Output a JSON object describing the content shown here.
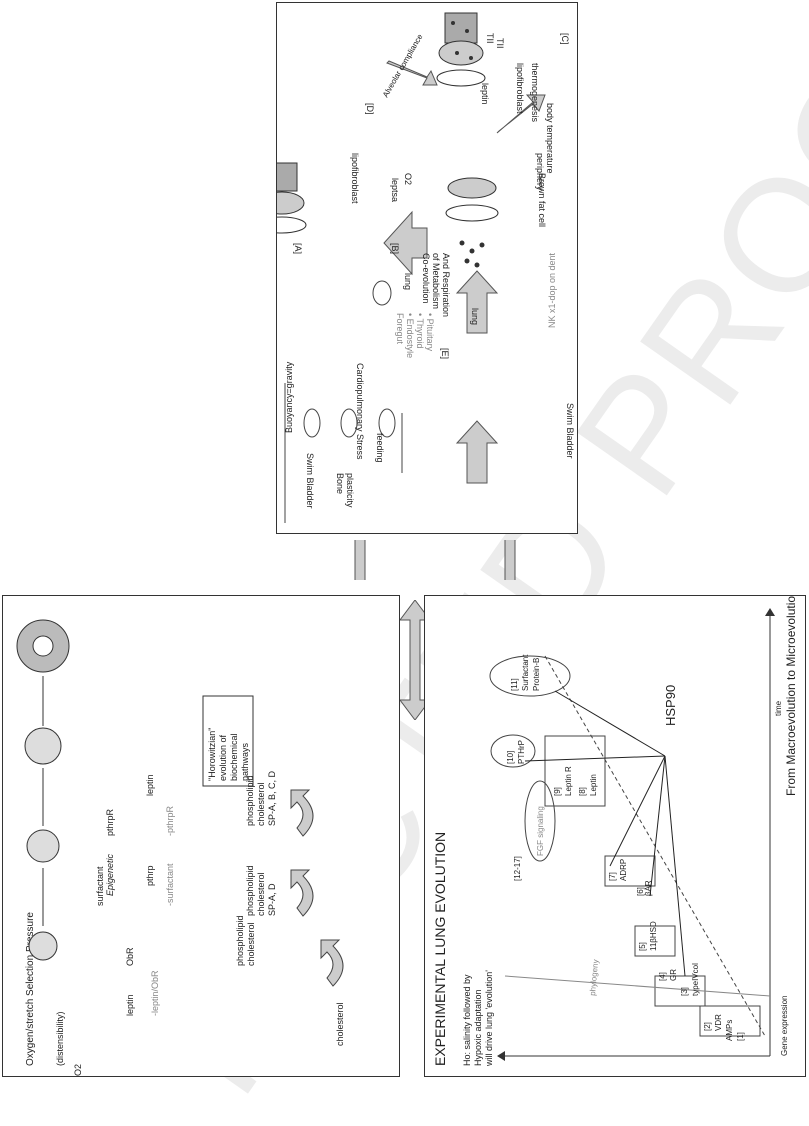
{
  "watermark": "RECTED PROO",
  "panel_top": {
    "labels": {
      "A": "[A]",
      "B": "[B]",
      "C": "[C]",
      "D": "[D]",
      "E": "[E]"
    },
    "o2": "O2",
    "lung": "lung",
    "lipofibroblast": "lipofibroblast",
    "tii": "TII",
    "leptin": "leptin",
    "leptin_a": "leptsa",
    "alveolar": "Alveolar compliance",
    "body_temp": "body temperature",
    "brown_fat": "Brown fat cell",
    "thermogenesis": "thermogenesis",
    "periphery": "periphery",
    "coevolution": [
      "Co-evolution",
      "of Metabolism",
      "And Respiration"
    ],
    "cardio": "Cardiopulmonary Stress",
    "feeding": "feeding",
    "swim_bladder": "Swim Bladder",
    "bone_plasticity": [
      "Bone",
      "plasticity"
    ],
    "buoyancy": "Buoyancy=gravity",
    "foregut": [
      "Foregut",
      "• Endostyle",
      "• Thyroid",
      "• Pituitary"
    ],
    "nkx": "NK x1-dop on dent"
  },
  "panel_left": {
    "title": "Oxygen/stretch Selection Pressure",
    "distensibility": "(distensibility)",
    "epigenetic": "Epigenetic",
    "horowitzian": [
      "\"Horowitzian\"",
      "evolution of",
      "biochemical",
      "pathways"
    ],
    "cholesterol": "cholesterol",
    "pc1": [
      "phospholipid",
      "cholesterol"
    ],
    "pc2": [
      "phospholipid",
      "cholesterol",
      "SP-A, D"
    ],
    "pc3": [
      "phospholipid",
      "cholesterol",
      "SP-A, B, C, D"
    ],
    "leptin": "leptin",
    "obr": "ObR",
    "neg_leptin": "-leptin/ObR",
    "surfactant": "surfactant",
    "neg_surfactant": "-surfactant",
    "pthrp": "pthrp",
    "pthrpr": "pthrpR",
    "neg_pthrpr": "-pthrpR",
    "o2": "O2"
  },
  "panel_right": {
    "title": "EXPERIMENTAL LUNG EVOLUTION",
    "hypothesis": [
      "Ho: salinity followed by",
      "Hypoxic adaptation",
      "will drive lung 'evolution'"
    ],
    "ylabel": "Gene expression",
    "xlabel": "time",
    "footer": "From Macroevolution to Microevolution",
    "hsp90": "HSP90",
    "phylogeny": "phylogeny",
    "fgf": "FGF signaling",
    "items": {
      "n1": "[1]",
      "amps": "AMPs",
      "n2": "[2]",
      "vdr": "VDR",
      "n3": "[3]",
      "typeIV": "typeIVcol",
      "n4": "[4]",
      "gr": "GR",
      "n5": "[5]",
      "hsd": "11βHSD",
      "n6": "[6]",
      "bar": "βAR",
      "n7": "[7]",
      "adrp": "ADRP",
      "n8": "[8]",
      "leptin": "Leptin",
      "n9": "[9]",
      "leptinR": "Leptin R",
      "n10": "[10]",
      "pthrp": "PTHrP",
      "n11": "[11]",
      "surf": "Surfactant",
      "protb": "Protein-B",
      "n1217": "[12-17]"
    }
  }
}
